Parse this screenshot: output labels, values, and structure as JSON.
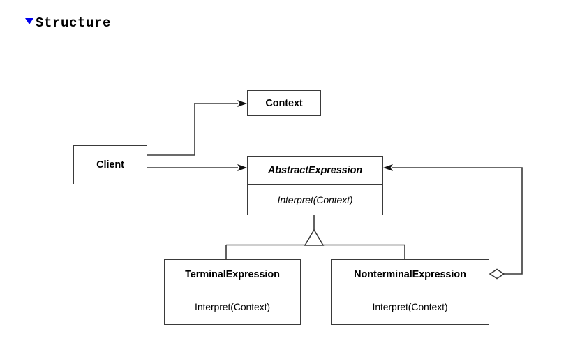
{
  "section": {
    "title": "Structure",
    "disclosure_icon": "triangle-down-icon",
    "disclosure_color": "#0000EE",
    "expanded": true
  },
  "diagram": {
    "kind": "uml-class-diagram",
    "pattern": "Interpreter",
    "line_color": "#3A3A3A",
    "background": "#FFFFFF",
    "classes": [
      {
        "id": "context",
        "name": "Context",
        "abstract": false,
        "operations": []
      },
      {
        "id": "client",
        "name": "Client",
        "abstract": false,
        "operations": []
      },
      {
        "id": "abstractexpression",
        "name": "AbstractExpression",
        "abstract": true,
        "operations": [
          {
            "label": "Interpret(Context)",
            "abstract": true
          }
        ]
      },
      {
        "id": "terminalexpression",
        "name": "TerminalExpression",
        "abstract": false,
        "operations": [
          {
            "label": "Interpret(Context)",
            "abstract": false
          }
        ]
      },
      {
        "id": "nonterminalexpression",
        "name": "NonterminalExpression",
        "abstract": false,
        "operations": [
          {
            "label": "Interpret(Context)",
            "abstract": false
          }
        ]
      }
    ],
    "relationships": [
      {
        "id": "client-to-context",
        "from": "client",
        "to": "context",
        "type": "association",
        "arrow": "filled-arrowhead"
      },
      {
        "id": "client-to-abstractexpression",
        "from": "client",
        "to": "abstractexpression",
        "type": "association",
        "arrow": "filled-arrowhead"
      },
      {
        "id": "terminalexpression-inherits",
        "from": "terminalexpression",
        "to": "abstractexpression",
        "type": "generalization",
        "arrow": "hollow-triangle"
      },
      {
        "id": "nonterminalexpression-inherits",
        "from": "nonterminalexpression",
        "to": "abstractexpression",
        "type": "generalization",
        "arrow": "hollow-triangle"
      },
      {
        "id": "nonterminalexpression-aggregates",
        "from": "nonterminalexpression",
        "to": "abstractexpression",
        "type": "aggregation",
        "arrow": "hollow-diamond"
      }
    ]
  }
}
